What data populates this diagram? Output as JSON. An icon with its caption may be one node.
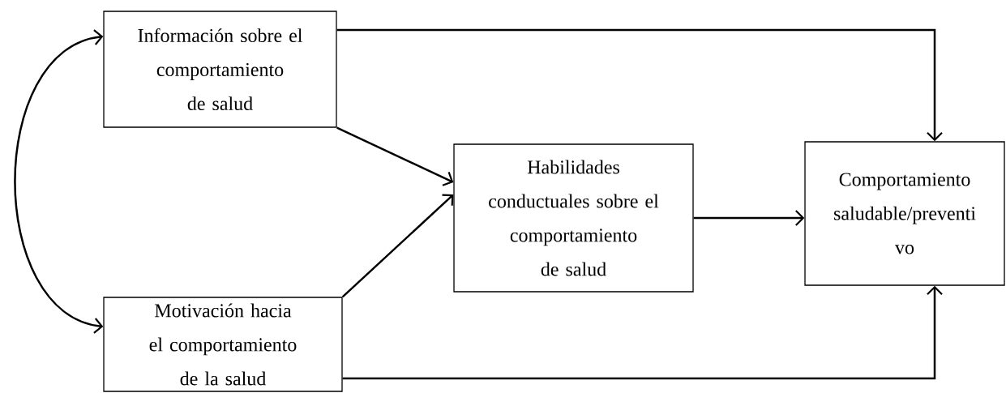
{
  "diagram": {
    "nodes": [
      {
        "text": [
          "Información sobre el comportamiento de salud"
        ]
      },
      {
        "text": [
          "Motivación hacia el comportamiento de la salud"
        ]
      },
      {
        "text": [
          "Habilidades conductuales sobre el comportamiento de salud"
        ]
      },
      {
        "text": [
          "Comportamiento saludable/preventi vo"
        ]
      }
    ],
    "edges": [
      {
        "from": 0,
        "to": 3,
        "arrow": "to"
      },
      {
        "from": 0,
        "to": 2,
        "arrow": "to"
      },
      {
        "from": 1,
        "to": 2,
        "arrow": "to"
      },
      {
        "from": 2,
        "to": 3,
        "arrow": "to"
      },
      {
        "from": 1,
        "to": 3,
        "arrow": "to"
      },
      {
        "from": 0,
        "to": 1,
        "arrow": "both"
      }
    ]
  }
}
